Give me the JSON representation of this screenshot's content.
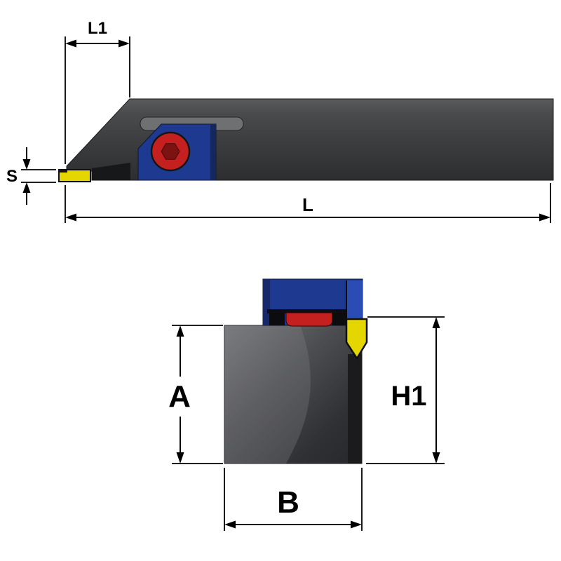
{
  "labels": {
    "l1": "L1",
    "s": "S",
    "l": "L",
    "a": "A",
    "h1": "H1",
    "b": "B"
  },
  "colors": {
    "insert_yellow": "#e4d600",
    "screw_red": "#c42020",
    "clamp_blue": "#1e3a90",
    "clamp_blue_light": "#2a4cb4",
    "body_gray": "#3c3d3f",
    "line_black": "#000000",
    "background": "#ffffff"
  }
}
